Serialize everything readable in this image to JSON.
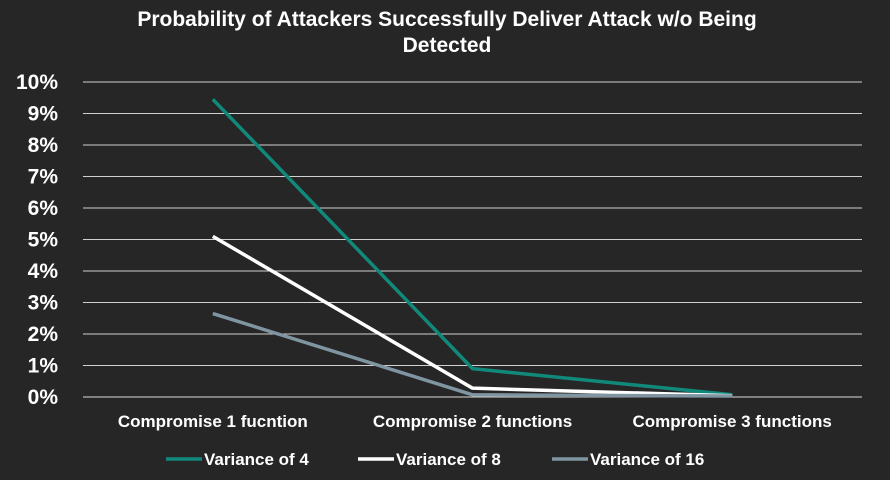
{
  "chart_data": {
    "type": "line",
    "title_lines": [
      "Probability of Attackers Successfully Deliver Attack w/o Being",
      "Detected"
    ],
    "categories": [
      "Compromise 1 fucntion",
      "Compromise 2 functions",
      "Compromise 3 functions"
    ],
    "y_ticks": [
      "0%",
      "1%",
      "2%",
      "3%",
      "4%",
      "5%",
      "6%",
      "7%",
      "8%",
      "9%",
      "10%"
    ],
    "ylim": [
      0,
      10
    ],
    "y_unit": "%",
    "grid": true,
    "legend_position": "bottom",
    "series": [
      {
        "name": "Variance of 4",
        "color": "#11897a",
        "values": [
          9.45,
          0.9,
          0.07
        ]
      },
      {
        "name": "Variance of 8",
        "color": "#ffffff",
        "values": [
          5.1,
          0.28,
          0.04
        ]
      },
      {
        "name": "Variance of 16",
        "color": "#7f95a1",
        "values": [
          2.65,
          0.07,
          0.03
        ]
      }
    ]
  }
}
